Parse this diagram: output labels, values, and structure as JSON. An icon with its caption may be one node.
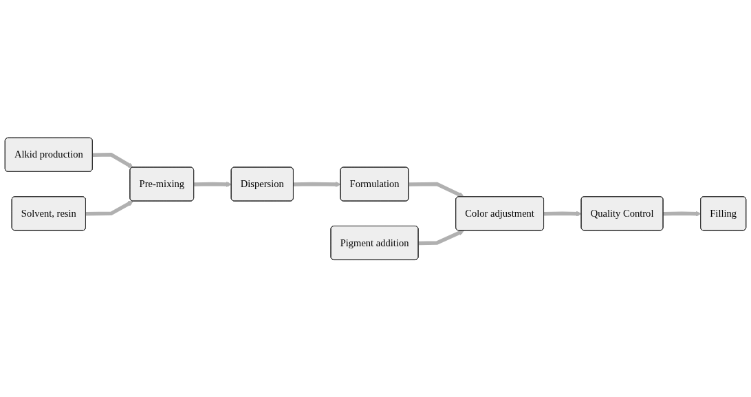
{
  "diagram": {
    "nodes": [
      {
        "text": [
          "Alkid production"
        ]
      },
      {
        "text": [
          "Solvent, resin"
        ]
      },
      {
        "text": [
          "Pre-mixing"
        ]
      },
      {
        "text": [
          "Dispersion"
        ]
      },
      {
        "text": [
          "Formulation"
        ]
      },
      {
        "text": [
          "Pigment addition"
        ]
      },
      {
        "text": [
          "Color adjustment"
        ]
      },
      {
        "text": [
          "Quality Control"
        ]
      },
      {
        "text": [
          "Filling"
        ]
      }
    ],
    "edges": [
      {
        "from": 0,
        "to": 2,
        "arrow": "to"
      },
      {
        "from": 1,
        "to": 2,
        "arrow": "to"
      },
      {
        "from": 2,
        "to": 3,
        "arrow": "to"
      },
      {
        "from": 3,
        "to": 4,
        "arrow": "to"
      },
      {
        "from": 4,
        "to": 6,
        "arrow": "to"
      },
      {
        "from": 5,
        "to": 6,
        "arrow": "to"
      },
      {
        "from": 6,
        "to": 7,
        "arrow": "to"
      },
      {
        "from": 7,
        "to": 8,
        "arrow": "to"
      }
    ]
  }
}
